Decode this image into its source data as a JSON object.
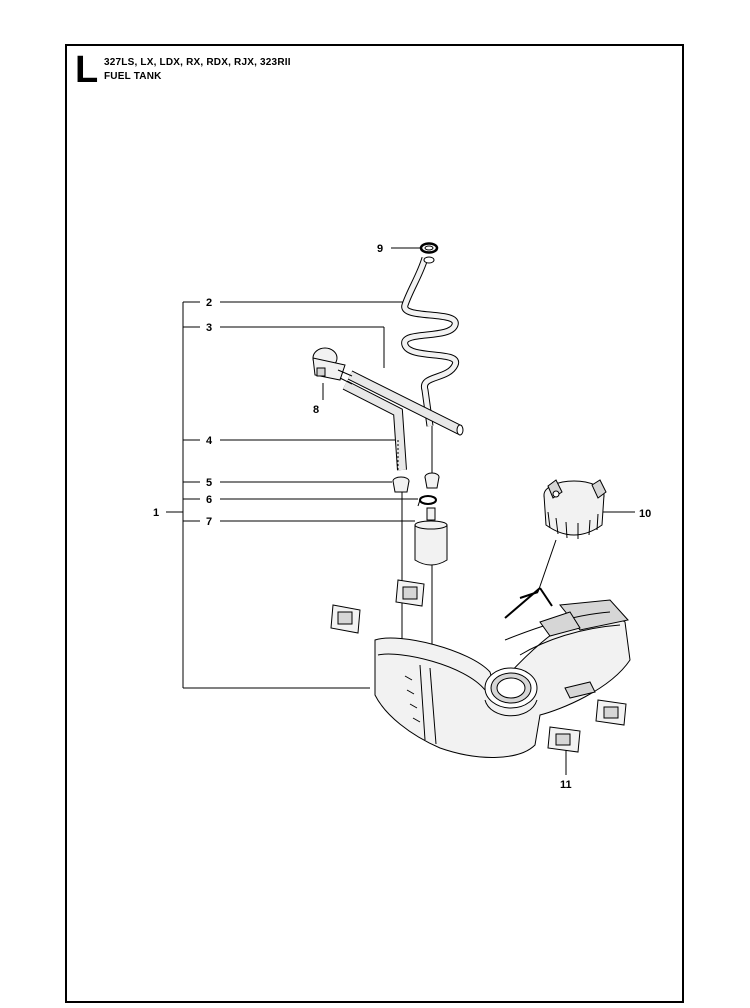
{
  "header": {
    "section_letter": "L",
    "models": "327LS, LX, LDX, RX, RDX, RJX, 323RII",
    "title": "FUEL TANK"
  },
  "callouts": {
    "c1": "1",
    "c2": "2",
    "c3": "3",
    "c4": "4",
    "c5": "5",
    "c6": "6",
    "c7": "7",
    "c8": "8",
    "c9": "9",
    "c10": "10",
    "c11": "11"
  },
  "colors": {
    "line": "#000000",
    "part_fill": "#f2f2f2",
    "part_shade": "#d6d6d6"
  }
}
